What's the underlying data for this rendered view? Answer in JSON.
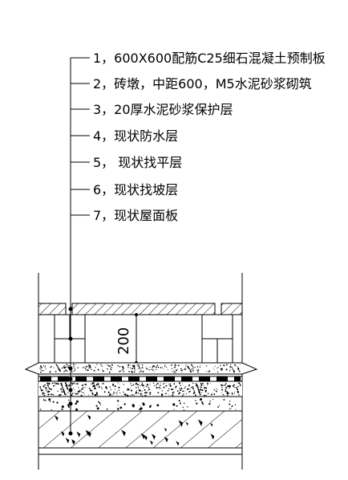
{
  "diagram": {
    "layers": [
      {
        "id": 1,
        "text": "1，600X600配筋C25细石混凝土预制板"
      },
      {
        "id": 2,
        "text": "2，砖墩，中距600，M5水泥砂浆砌筑"
      },
      {
        "id": 3,
        "text": "3，20厚水泥砂浆保护层"
      },
      {
        "id": 4,
        "text": "4，现状防水层"
      },
      {
        "id": 5,
        "text": "5， 现状找平层"
      },
      {
        "id": 6,
        "text": "6，现状找坡层"
      },
      {
        "id": 7,
        "text": "7，现状屋面板"
      }
    ],
    "dimension": {
      "value": "200"
    }
  }
}
